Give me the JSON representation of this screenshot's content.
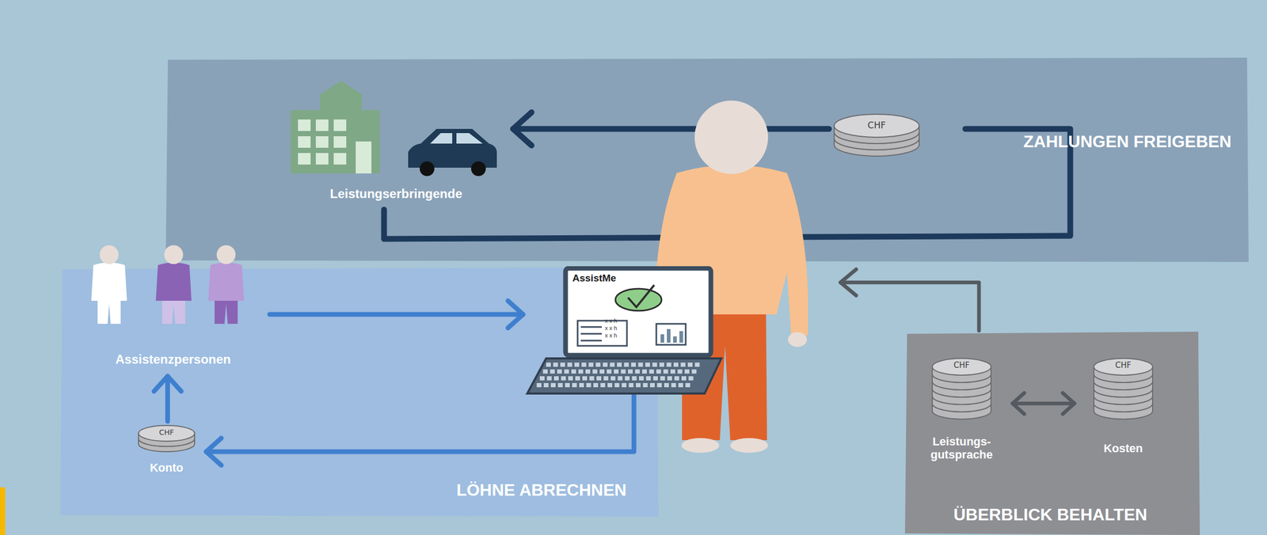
{
  "diagram": {
    "nodes": [
      {
        "text": [
          "ZAHLUNGEN FREIGEBEN"
        ]
      },
      {
        "text": [
          "Leistungserbringende"
        ],
        "in": 0
      },
      {
        "text": [
          "CHF"
        ],
        "in": 0
      },
      {
        "text": [
          "LÖHNE ABRECHNEN"
        ]
      },
      {
        "text": [
          "Assistenzpersonen"
        ],
        "in": 3
      },
      {
        "text": [
          "AssistMe"
        ]
      },
      {
        "text": [
          "CHF",
          "Konto"
        ],
        "in": 3
      },
      {
        "text": [
          "ÜBERBLICK BEHALTEN"
        ]
      },
      {
        "text": [
          "CHF",
          "Leistungs- gutsprache"
        ],
        "in": 7
      },
      {
        "text": [
          "CHF",
          "Kosten"
        ],
        "in": 7
      }
    ],
    "edges": [
      {
        "from": 4,
        "to": 5,
        "arrow": "to"
      },
      {
        "from": 5,
        "to": 6,
        "arrow": "to"
      },
      {
        "from": 6,
        "to": 4,
        "arrow": "to"
      },
      {
        "from": 2,
        "to": 1,
        "arrow": "to"
      },
      {
        "from": 8,
        "to": 9,
        "arrow": "both"
      }
    ],
    "labels": [
      "x x h",
      "x x h",
      "x x h"
    ]
  }
}
